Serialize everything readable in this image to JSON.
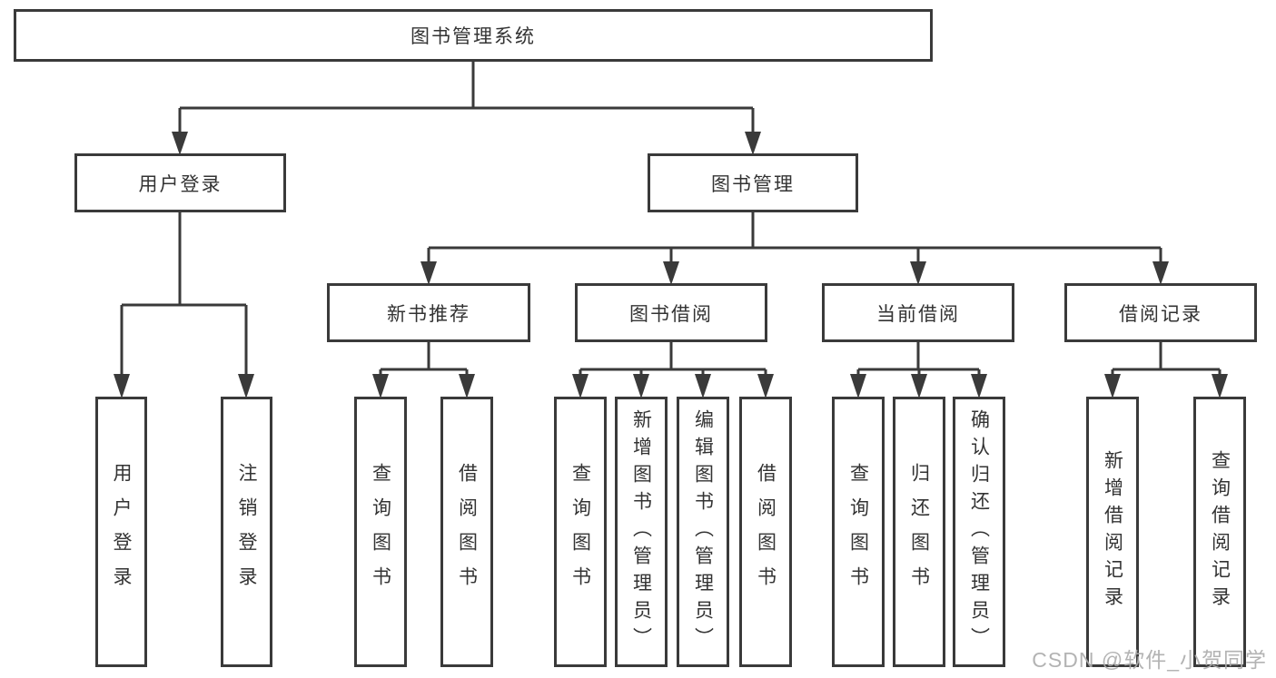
{
  "diagram": {
    "root": {
      "label": "图书管理系统"
    },
    "level2": [
      {
        "label": "用户登录"
      },
      {
        "label": "图书管理"
      }
    ],
    "level3": [
      {
        "label": "新书推荐"
      },
      {
        "label": "图书借阅"
      },
      {
        "label": "当前借阅"
      },
      {
        "label": "借阅记录"
      }
    ],
    "leaves": {
      "user_login": [
        {
          "label": "用户登录"
        },
        {
          "label": "注销登录"
        }
      ],
      "new_book": [
        {
          "label": "查询图书"
        },
        {
          "label": "借阅图书"
        }
      ],
      "borrow": [
        {
          "label": "查询图书"
        },
        {
          "label": "新增图书（管理员）"
        },
        {
          "label": "编辑图书（管理员）"
        },
        {
          "label": "借阅图书"
        }
      ],
      "current": [
        {
          "label": "查询图书"
        },
        {
          "label": "归还图书"
        },
        {
          "label": "确认归还（管理员）"
        }
      ],
      "records": [
        {
          "label": "新增借阅记录"
        },
        {
          "label": "查询借阅记录"
        }
      ]
    }
  },
  "watermark": {
    "text": "CSDN @软件_小贺同学"
  },
  "colors": {
    "line": "#3a3a3a",
    "text": "#333333",
    "watermark": "#acacac",
    "background": "#ffffff"
  }
}
